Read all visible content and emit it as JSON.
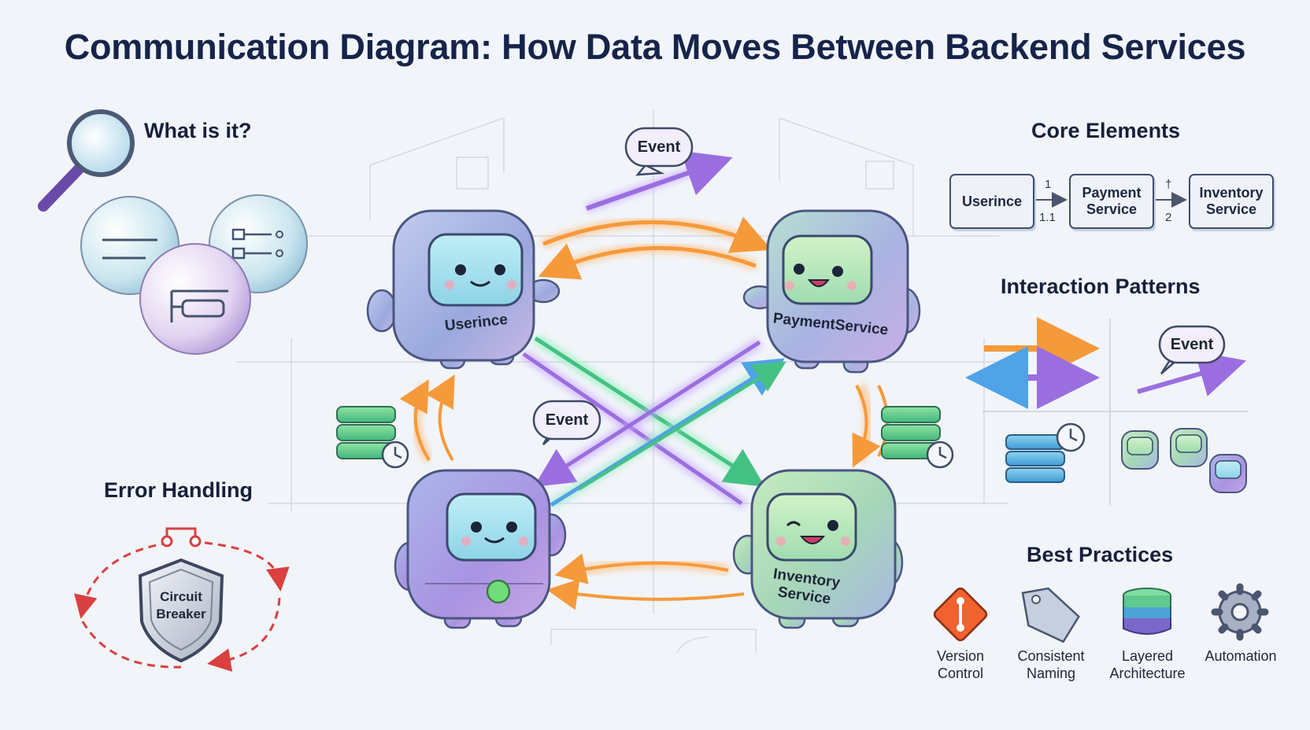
{
  "title": "Communication Diagram: How Data Moves Between Backend Services",
  "sections": {
    "what_is_it": "What is it?",
    "core_elements": "Core Elements",
    "interaction_patterns": "Interaction Patterns",
    "error_handling": "Error Handling",
    "best_practices": "Best Practices"
  },
  "services": {
    "user": "Userince",
    "payment": "PaymentService",
    "inventory_line1": "Inventory",
    "inventory_line2": "Service"
  },
  "event_bubbles": {
    "top": "Event",
    "center": "Event",
    "pattern": "Event"
  },
  "core_elements": {
    "box1": "Userince",
    "box2_line1": "Payment",
    "box2_line2": "Service",
    "box3_line1": "Inventory",
    "box3_line2": "Service",
    "seq_1": "1",
    "seq_1_1": "1.1",
    "seq_dagger": "†",
    "seq_2": "2"
  },
  "error_handling": {
    "shield_line1": "Circuit",
    "shield_line2": "Breaker"
  },
  "best_practices": [
    {
      "line1": "Version",
      "line2": "Control",
      "icon": "git-diamond-icon"
    },
    {
      "line1": "Consistent",
      "line2": "Naming",
      "icon": "tag-icon"
    },
    {
      "line1": "Layered",
      "line2": "Architecture",
      "icon": "layers-icon"
    },
    {
      "line1": "Automation",
      "line2": "",
      "icon": "gear-icon"
    }
  ],
  "colors": {
    "orange": "#f59a3b",
    "purple": "#9b6ee0",
    "green": "#4fc98a",
    "blue": "#4fa3e6",
    "red_dashed": "#d94040",
    "title": "#16244a"
  }
}
